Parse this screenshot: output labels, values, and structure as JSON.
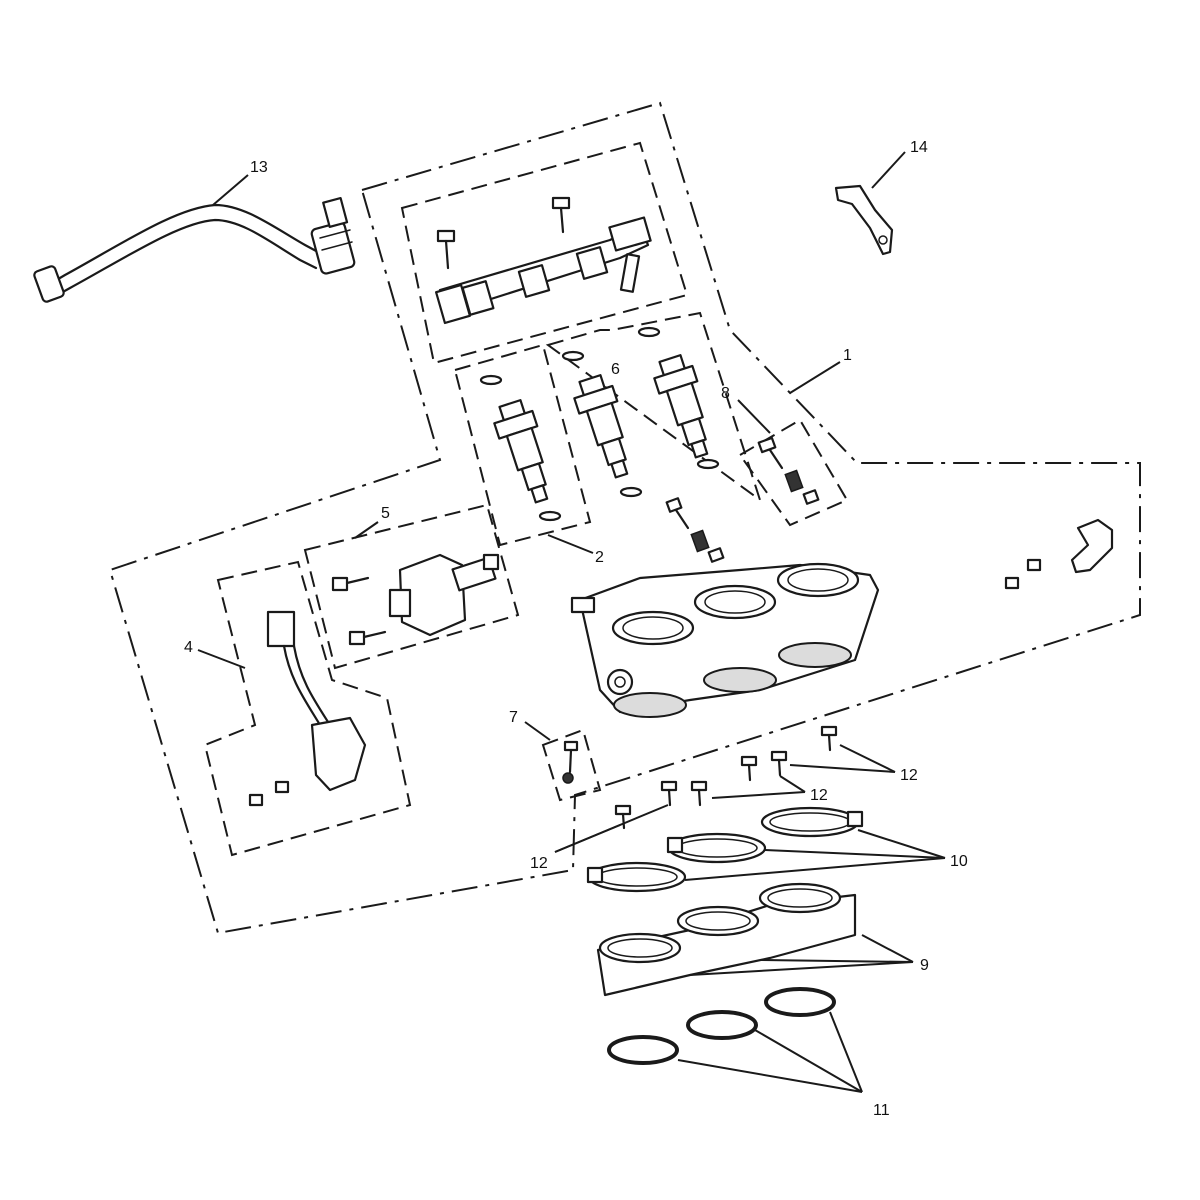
{
  "callouts": {
    "c1": "1",
    "c2": "2",
    "c4": "4",
    "c5": "5",
    "c6": "6",
    "c7": "7",
    "c8": "8",
    "c9": "9",
    "c10": "10",
    "c11": "11",
    "c12a": "12",
    "c12b": "12",
    "c12c": "12",
    "c13": "13",
    "c14": "14"
  }
}
